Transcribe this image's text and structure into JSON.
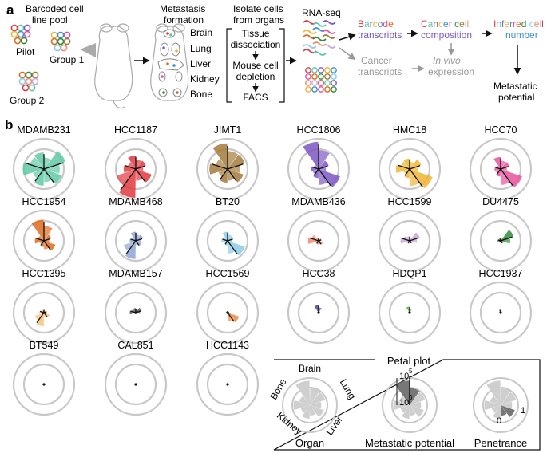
{
  "panel_a": {
    "label": "a",
    "pool_title": [
      "Barcoded cell",
      "line pool"
    ],
    "pilot": "Pilot",
    "group1": "Group 1",
    "group2": "Group 2",
    "formation_title": [
      "Metastasis",
      "formation"
    ],
    "organs": [
      "Brain",
      "Lung",
      "Liver",
      "Kidney",
      "Bone"
    ],
    "isolate_title": [
      "Isolate cells",
      "from organs"
    ],
    "steps": [
      "Tissue",
      "dissociation",
      "Mouse cell",
      "depletion",
      "FACS"
    ],
    "rnaseq": "RNA-seq",
    "barcode": [
      "Barcode",
      "transcripts"
    ],
    "composition": [
      "Cancer cell",
      "composition"
    ],
    "inferred": [
      "Inferred cell",
      "number"
    ],
    "cancer_tx": [
      "Cancer",
      "transcripts"
    ],
    "invivo": [
      "In vivo",
      "expression"
    ],
    "potential": [
      "Metastatic",
      "potential"
    ]
  },
  "panel_b": {
    "label": "b",
    "lines": [
      {
        "name": "MDAMB231",
        "color": "#5fc9a5",
        "petals": [
          0.55,
          0.75,
          0.62,
          0.55,
          0.7
        ]
      },
      {
        "name": "HCC1187",
        "color": "#e0393e",
        "petals": [
          0.45,
          0.35,
          0.55,
          0.95,
          0.4
        ]
      },
      {
        "name": "JIMT1",
        "color": "#a47a3b",
        "petals": [
          0.85,
          0.6,
          0.55,
          0.45,
          0.6
        ]
      },
      {
        "name": "HCC1806",
        "color": "#7e57c2",
        "petals": [
          0.9,
          0.35,
          0.75,
          0.3,
          0.25
        ]
      },
      {
        "name": "HMC18",
        "color": "#f0b433",
        "petals": [
          0.35,
          0.4,
          0.8,
          0.3,
          0.45
        ]
      },
      {
        "name": "HCC70",
        "color": "#e8529b",
        "petals": [
          0.4,
          0.3,
          0.75,
          0.25,
          0.2
        ]
      },
      {
        "name": "HCC1954",
        "color": "#e06a1e",
        "petals": [
          0.7,
          0.25,
          0.4,
          0.2,
          0.3
        ]
      },
      {
        "name": "MDAMB468",
        "color": "#8fa3d6",
        "petals": [
          0.3,
          0.25,
          0.2,
          0.6,
          0.2
        ]
      },
      {
        "name": "BT20",
        "color": "#8ccbe8",
        "petals": [
          0.3,
          0.2,
          0.6,
          0.15,
          0.2
        ]
      },
      {
        "name": "MDAMB436",
        "color": "#f28a70",
        "petals": [
          0.1,
          0.1,
          0.15,
          0.12,
          0.35
        ]
      },
      {
        "name": "HCC1599",
        "color": "#c9a8dc",
        "petals": [
          0.15,
          0.35,
          0.1,
          0.1,
          0.3
        ]
      },
      {
        "name": "DU4475",
        "color": "#2e8b3d",
        "petals": [
          0.1,
          0.45,
          0.1,
          0.05,
          0.1
        ]
      },
      {
        "name": "HCC1395",
        "color": "#f7c27c",
        "petals": [
          0.1,
          0.1,
          0.2,
          0.45,
          0.15
        ]
      },
      {
        "name": "MDAMB157",
        "color": "#555555",
        "petals": [
          0.15,
          0.2,
          0.05,
          0.05,
          0.2
        ]
      },
      {
        "name": "HCC1569",
        "color": "#f08a48",
        "petals": [
          0.05,
          0.05,
          0.4,
          0.05,
          0.05
        ]
      },
      {
        "name": "HCC38",
        "color": "#4a44a0",
        "petals": [
          0.25,
          0.02,
          0.02,
          0.02,
          0.02
        ]
      },
      {
        "name": "HDQP1",
        "color": "#6ab04c",
        "petals": [
          0.2,
          0.02,
          0.02,
          0.02,
          0.02
        ]
      },
      {
        "name": "HCC1937",
        "color": "#2c5e30",
        "petals": [
          0.1,
          0.02,
          0.02,
          0.02,
          0.02
        ]
      },
      {
        "name": "BT549",
        "color": "#000000",
        "petals": [
          0,
          0,
          0,
          0,
          0
        ]
      },
      {
        "name": "CAL851",
        "color": "#000000",
        "petals": [
          0,
          0,
          0,
          0,
          0
        ]
      },
      {
        "name": "HCC1143",
        "color": "#000000",
        "petals": [
          0,
          0,
          0,
          0,
          0
        ]
      }
    ]
  },
  "legend": {
    "title": "Petal plot",
    "organs": [
      "Brain",
      "Lung",
      "Liver",
      "Kidney",
      "Bone"
    ],
    "organ_label": "Organ",
    "potential_label": "Metastatic potential",
    "potential_ticks": [
      "10",
      "5",
      "10",
      "0"
    ],
    "penetrance_label": "Penetrance",
    "penetrance_ticks": [
      "0",
      "1"
    ]
  },
  "colors": {
    "ring": "#c8c8c8",
    "arrow": "#111111",
    "grey_text": "#999999",
    "legend_petal": "#cfcfcf",
    "legend_dark": "#777777"
  }
}
